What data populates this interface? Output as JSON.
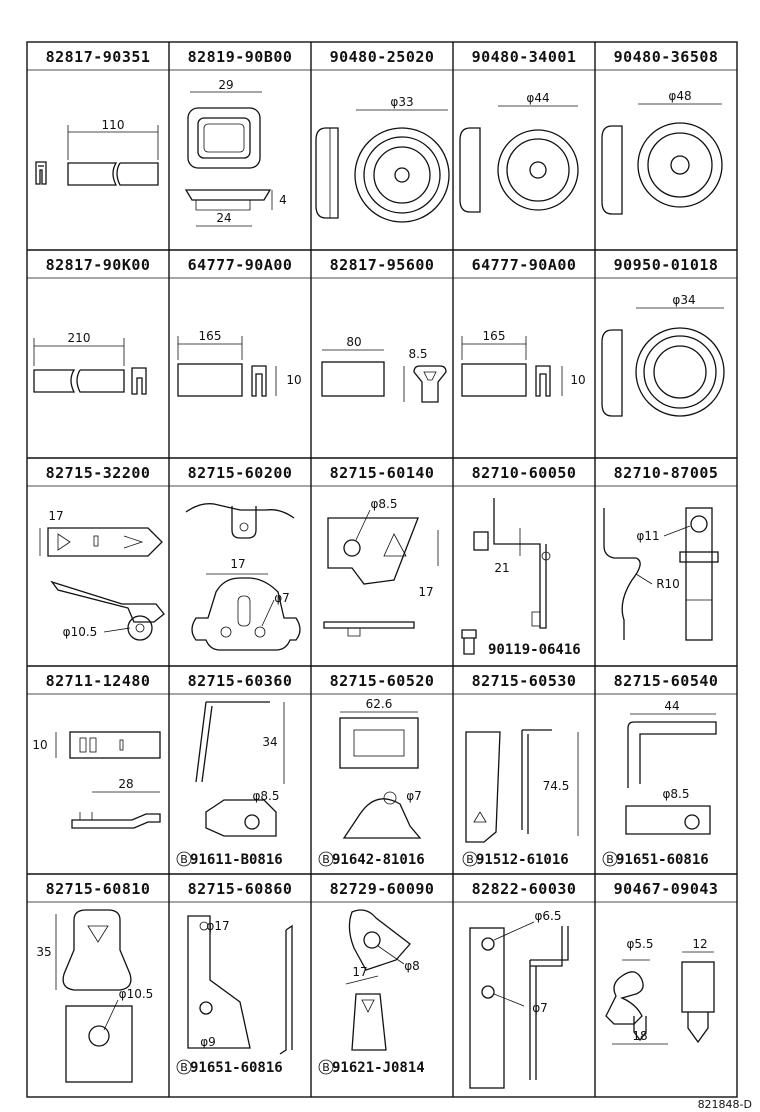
{
  "parts": [
    [
      "82817-90351",
      "82819-90B00",
      "90480-25020",
      "90480-34001",
      "90480-36508"
    ],
    [
      "82817-90K00",
      "64777-90A00",
      "82817-95600",
      "64777-90A00",
      "90950-01018"
    ],
    [
      "82715-32200",
      "82715-60200",
      "82715-60140",
      "82710-60050",
      "82710-87005"
    ],
    [
      "82711-12480",
      "82715-60360",
      "82715-60520",
      "82715-60530",
      "82715-60540"
    ],
    [
      "82715-60810",
      "82715-60860",
      "82729-60090",
      "82822-60030",
      "90467-09043"
    ]
  ],
  "dims": {
    "r1c1_len": "110",
    "r1c2_w1": "29",
    "r1c2_h": "4",
    "r1c2_w2": "24",
    "r1c3_d": "φ33",
    "r1c4_d": "φ44",
    "r1c5_d": "φ48",
    "r2c1_len": "210",
    "r2c2_len": "165",
    "r2c2_h": "10",
    "r2c3_len": "80",
    "r2c3_h": "8.5",
    "r2c4_len": "165",
    "r2c4_h": "10",
    "r2c5_d": "φ34",
    "r3c1_h": "17",
    "r3c1_d": "φ10.5",
    "r3c2_w": "17",
    "r3c2_d": "φ7",
    "r3c3_d": "φ8.5",
    "r3c3_h": "17",
    "r3c4_h": "21",
    "r3c5_d": "φ11",
    "r3c5_r": "R10",
    "r4c1_h": "10",
    "r4c1_len": "28",
    "r4c2_h": "34",
    "r4c2_d": "φ8.5",
    "r4c3_w": "62.6",
    "r4c3_d": "φ7",
    "r4c4_h": "74.5",
    "r4c5_w": "44",
    "r4c5_d": "φ8.5",
    "r5c1_h": "35",
    "r5c1_d": "φ10.5",
    "r5c2_d1": "φ17",
    "r5c2_d2": "φ9",
    "r5c3_d": "φ8",
    "r5c3_w": "17",
    "r5c4_d1": "φ6.5",
    "r5c4_d2": "φ7",
    "r5c5_d": "φ5.5",
    "r5c5_w1": "12",
    "r5c5_w2": "18"
  },
  "fasteners": {
    "r3c4": "90119-06416",
    "r4c2": "91611-B0816",
    "r4c3": "91642-81016",
    "r4c4": "91512-61016",
    "r4c5": "91651-60816",
    "r5c2": "91651-60816",
    "r5c3": "91621-J0814",
    "marker": "B"
  },
  "drawing_code": "821848-D"
}
